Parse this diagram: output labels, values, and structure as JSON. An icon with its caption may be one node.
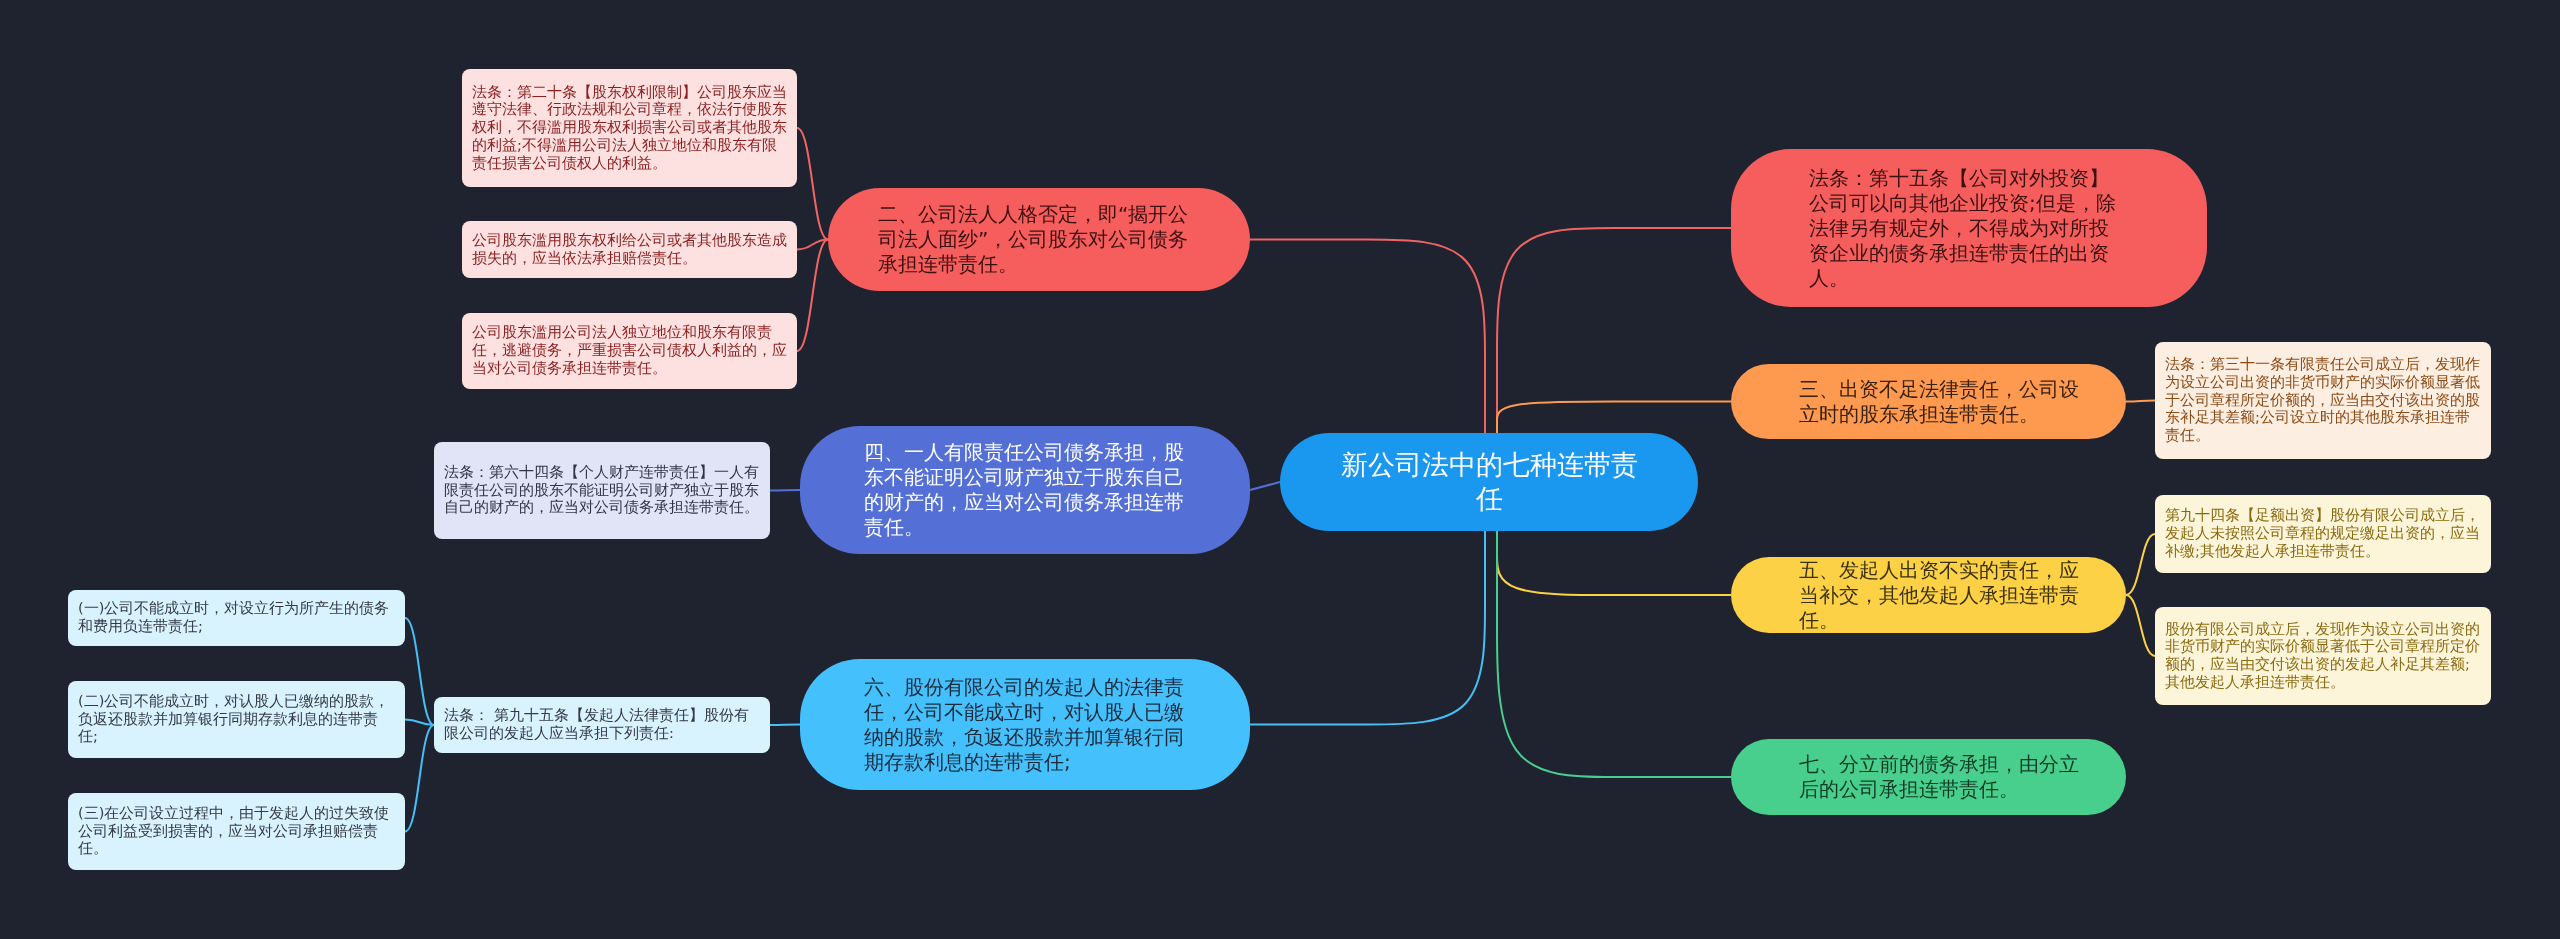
{
  "diagram": {
    "nodes": [
      {
        "text": [
          "新公司法中的七种连带责任"
        ]
      },
      {
        "text": [
          "二、公司法人人格否定，即“揭开公司法人面纱”，公司股东对公司债务承担连带责任。"
        ]
      },
      {
        "text": [
          "法条：第二十条【股东权利限制】公司股东应当遵守法律、行政法规和公司章程，依法行使股东权利，不得滥用股东权利损害公司或者其他股东的利益;不得滥用公司法人独立地位和股东有限责任损害公司债权人的利益。"
        ]
      },
      {
        "text": [
          "公司股东滥用股东权利给公司或者其他股东造成损失的，应当依法承担赔偿责任。"
        ]
      },
      {
        "text": [
          "公司股东滥用公司法人独立地位和股东有限责任，逃避债务，严重损害公司债权人利益的，应当对公司债务承担连带责任。"
        ]
      },
      {
        "text": [
          "四、一人有限责任公司债务承担，股东不能证明公司财产独立于股东自己的财产的，应当对公司债务承担连带责任。"
        ]
      },
      {
        "text": [
          "法条：第六十四条【个人财产连带责任】一人有限责任公司的股东不能证明公司财产独立于股东自己的财产的，应当对公司债务承担连带责任。"
        ]
      },
      {
        "text": [
          "六、股份有限公司的发起人的法律责任，公司不能成立时，对认股人已缴纳的股款，负返还股款并加算银行同期存款利息的连带责任;"
        ]
      },
      {
        "text": [
          "法条： 第九十五条【发起人法律责任】股份有限公司的发起人应当承担下列责任:"
        ]
      },
      {
        "text": [
          "(一)公司不能成立时，对设立行为所产生的债务和费用负连带责任;"
        ]
      },
      {
        "text": [
          "(二)公司不能成立时，对认股人已缴纳的股款，负返还股款并加算银行同期存款利息的连带责任;"
        ]
      },
      {
        "text": [
          "(三)在公司设立过程中，由于发起人的过失致使公司利益受到损害的，应当对公司承担赔偿责任。"
        ]
      },
      {
        "text": [
          "法条：第十五条【公司对外投资】公司可以向其他企业投资;但是，除法律另有规定外，不得成为对所投资企业的债务承担连带责任的出资人。"
        ]
      },
      {
        "text": [
          "三、出资不足法律责任，公司设立时的股东承担连带责任。"
        ]
      },
      {
        "text": [
          "法条：第三十一条有限责任公司成立后，发现作为设立公司出资的非货币财产的实际价额显著低于公司章程所定价额的，应当由交付该出资的股东补足其差额;公司设立时的其他股东承担连带责任。"
        ]
      },
      {
        "text": [
          "五、发起人出资不实的责任，应当补交，其他发起人承担连带责任。"
        ]
      },
      {
        "text": [
          "第九十四条【足额出资】股份有限公司成立后，发起人未按照公司章程的规定缴足出资的，应当补缴;其他发起人承担连带责任。"
        ]
      },
      {
        "text": [
          "股份有限公司成立后，发现作为设立公司出资的非货币财产的实际价额显著低于公司章程所定价额的，应当由交付该出资的发起人补足其差额;其他发起人承担连带责任。"
        ]
      },
      {
        "text": [
          "七、分立前的债务承担，由分立后的公司承担连带责任。"
        ]
      }
    ],
    "edges": [
      {
        "from": 0,
        "to": 1,
        "arrow": "none",
        "color": "#f06464"
      },
      {
        "from": 1,
        "to": 2,
        "arrow": "none",
        "color": "#f06464"
      },
      {
        "from": 1,
        "to": 3,
        "arrow": "none",
        "color": "#f06464"
      },
      {
        "from": 1,
        "to": 4,
        "arrow": "none",
        "color": "#f06464"
      },
      {
        "from": 0,
        "to": 5,
        "arrow": "none",
        "color": "#5470d6"
      },
      {
        "from": 5,
        "to": 6,
        "arrow": "none",
        "color": "#5470d6"
      },
      {
        "from": 0,
        "to": 7,
        "arrow": "none",
        "color": "#45bff5"
      },
      {
        "from": 7,
        "to": 8,
        "arrow": "none",
        "color": "#45bff5"
      },
      {
        "from": 8,
        "to": 9,
        "arrow": "none",
        "color": "#45bff5"
      },
      {
        "from": 8,
        "to": 10,
        "arrow": "none",
        "color": "#45bff5"
      },
      {
        "from": 8,
        "to": 11,
        "arrow": "none",
        "color": "#45bff5"
      },
      {
        "from": 0,
        "to": 12,
        "arrow": "none",
        "color": "#f06464"
      },
      {
        "from": 0,
        "to": 13,
        "arrow": "none",
        "color": "#fd9a4f"
      },
      {
        "from": 13,
        "to": 14,
        "arrow": "none",
        "color": "#fd9a4f"
      },
      {
        "from": 0,
        "to": 15,
        "arrow": "none",
        "color": "#fcd145"
      },
      {
        "from": 15,
        "to": 16,
        "arrow": "none",
        "color": "#fcd145"
      },
      {
        "from": 15,
        "to": 17,
        "arrow": "none",
        "color": "#fcd145"
      },
      {
        "from": 0,
        "to": 18,
        "arrow": "none",
        "color": "#48cf8d"
      }
    ]
  }
}
